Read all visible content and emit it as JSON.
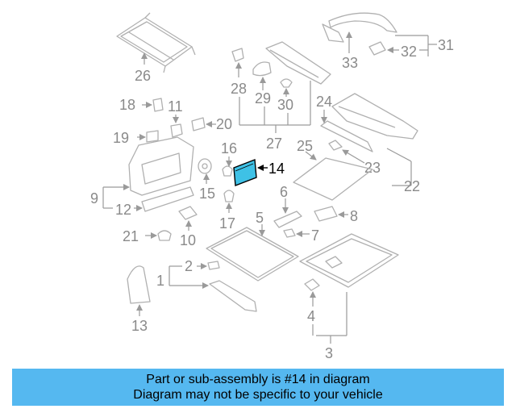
{
  "colors": {
    "banner_bg": "#55b8f0",
    "highlight_part": "#3ec1e6",
    "part_stroke": "#b0b0b0",
    "label_gray": "#8a8a8a"
  },
  "labels": {
    "l1": "1",
    "l2": "2",
    "l3": "3",
    "l4": "4",
    "l5": "5",
    "l6": "6",
    "l7": "7",
    "l8": "8",
    "l9": "9",
    "l10": "10",
    "l11": "11",
    "l12": "12",
    "l13": "13",
    "l14": "14",
    "l15": "15",
    "l16": "16",
    "l17": "17",
    "l18": "18",
    "l19": "19",
    "l20": "20",
    "l21": "21",
    "l22": "22",
    "l23": "23",
    "l24": "24",
    "l25": "25",
    "l26": "26",
    "l27": "27",
    "l28": "28",
    "l29": "29",
    "l30": "30",
    "l31": "31",
    "l32": "32",
    "l33": "33"
  },
  "banner": {
    "line1": "Part or sub-assembly is #14 in diagram",
    "line2": "Diagram may not be specific to your vehicle"
  }
}
